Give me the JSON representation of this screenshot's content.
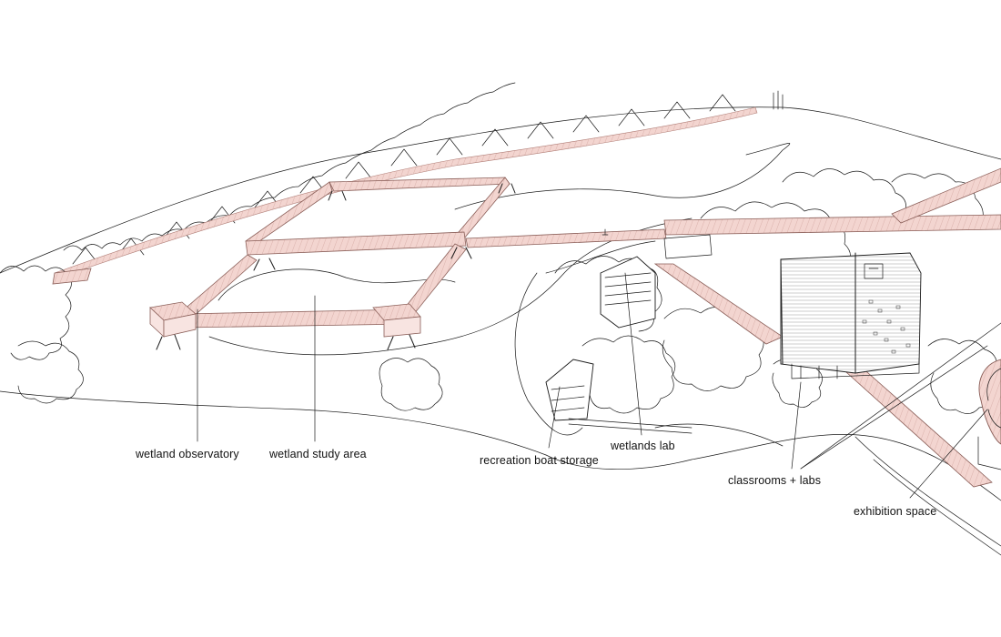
{
  "colors": {
    "walkway_fill": "#f3d5d0",
    "walkway_edge": "#8a5e58",
    "ink": "#1a1a1a",
    "background": "#ffffff"
  },
  "labels": {
    "wetland_observatory": "wetland observatory",
    "wetland_study_area": "wetland study area",
    "recreation_boat_storage": "recreation boat storage",
    "wetlands_lab": "wetlands lab",
    "classrooms_labs": "classrooms + labs",
    "exhibition_space": "exhibition space"
  }
}
